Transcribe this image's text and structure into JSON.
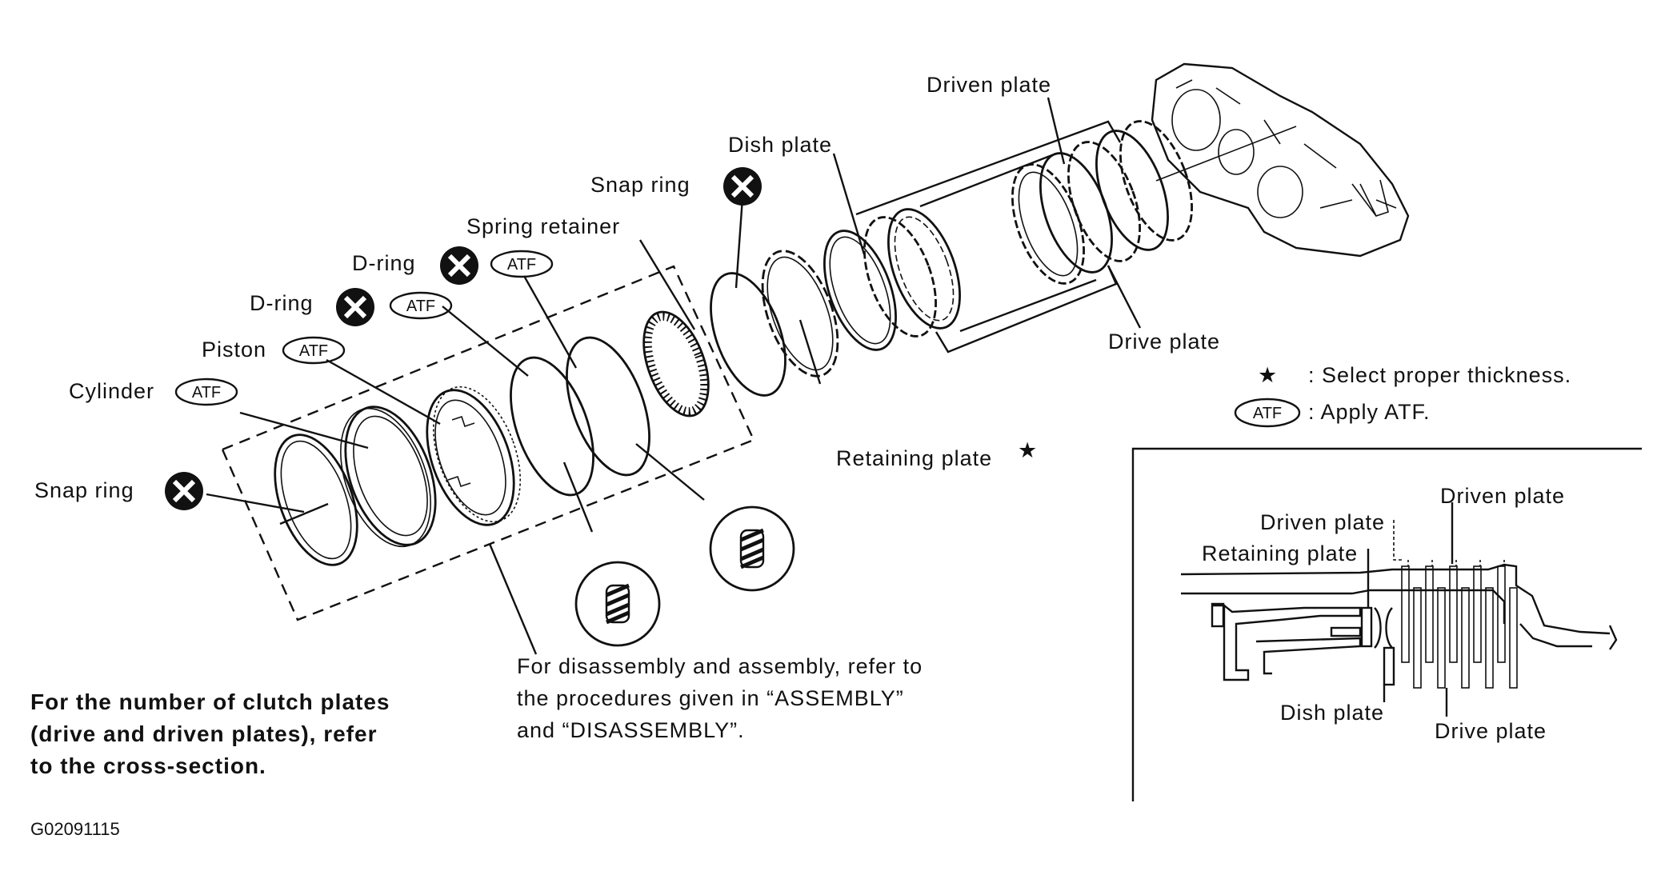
{
  "labels": {
    "driven_plate_top": "Driven plate",
    "dish_plate_top": "Dish plate",
    "snap_ring_top": "Snap ring",
    "spring_retainer": "Spring retainer",
    "d_ring_1": "D-ring",
    "d_ring_2": "D-ring",
    "piston": "Piston",
    "cylinder": "Cylinder",
    "snap_ring_bottom": "Snap ring",
    "drive_plate_top": "Drive plate",
    "retaining_plate": "Retaining plate"
  },
  "atf_tag": "ATF",
  "legend": {
    "star_symbol": "★",
    "star_text": ": Select proper thickness.",
    "atf_symbol": "ATF",
    "atf_text": ": Apply ATF."
  },
  "note_assembly": {
    "line1": "For disassembly and assembly, refer to",
    "line2": "the procedures given in “ASSEMBLY”",
    "line3": "and “DISASSEMBLY”."
  },
  "note_clutch": {
    "line1": "For the number of clutch plates",
    "line2": "(drive and driven plates), refer",
    "line3": "to the cross-section."
  },
  "cross_section": {
    "driven_plate_right": "Driven plate",
    "driven_plate_left": "Driven plate",
    "retaining_plate": "Retaining plate",
    "dish_plate": "Dish plate",
    "drive_plate": "Drive plate"
  },
  "figure_id": "G02091115"
}
